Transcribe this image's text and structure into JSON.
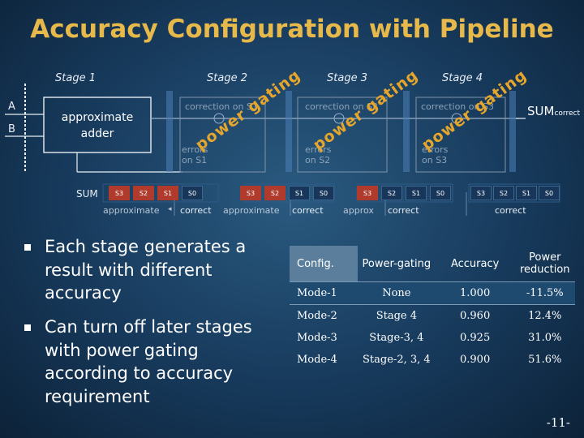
{
  "title": "Accuracy Configuration with Pipeline",
  "diagram": {
    "stages": [
      "Stage 1",
      "Stage 2",
      "Stage 3",
      "Stage 4"
    ],
    "inputs": [
      "A",
      "B"
    ],
    "adder_line1": "approximate",
    "adder_line2": "adder",
    "correction_boxes": [
      "correction on S1",
      "correction on S2",
      "correction on S3"
    ],
    "errors_labels": [
      "errors on S1",
      "errors on S2",
      "errors on S3"
    ],
    "sum_correct": "SUM",
    "sum_correct_sub": "correct",
    "power_gating": "power gating",
    "sum_label": "SUM",
    "slot_groups": [
      [
        "S3",
        "S2",
        "S1",
        "S0"
      ],
      [
        "S3",
        "S2",
        "S1",
        "S0"
      ],
      [
        "S3",
        "S2",
        "S1",
        "S0"
      ],
      [
        "S3",
        "S2",
        "S1",
        "S0"
      ]
    ],
    "bottom_labels": [
      "approximate",
      "correct",
      "approximate",
      "correct",
      "approx",
      "correct",
      "correct"
    ]
  },
  "bullets": [
    "Each stage generates a result with different accuracy",
    "Can turn off later stages with power gating according to accuracy requirement"
  ],
  "table": {
    "headers": [
      "Config.",
      "Power-gating",
      "Accuracy",
      "Power reduction"
    ],
    "rows": [
      [
        "Mode-1",
        "None",
        "1.000",
        "-11.5%"
      ],
      [
        "Mode-2",
        "Stage 4",
        "0.960",
        "12.4%"
      ],
      [
        "Mode-3",
        "Stage-3, 4",
        "0.925",
        "31.0%"
      ],
      [
        "Mode-4",
        "Stage-2, 3, 4",
        "0.900",
        "51.6%"
      ]
    ]
  },
  "page_number": "-11-",
  "colors": {
    "title": "#e7b84a",
    "accent_orange": "#e6a62c",
    "slot_red": "#b03a2c",
    "background": "#1b4266"
  }
}
